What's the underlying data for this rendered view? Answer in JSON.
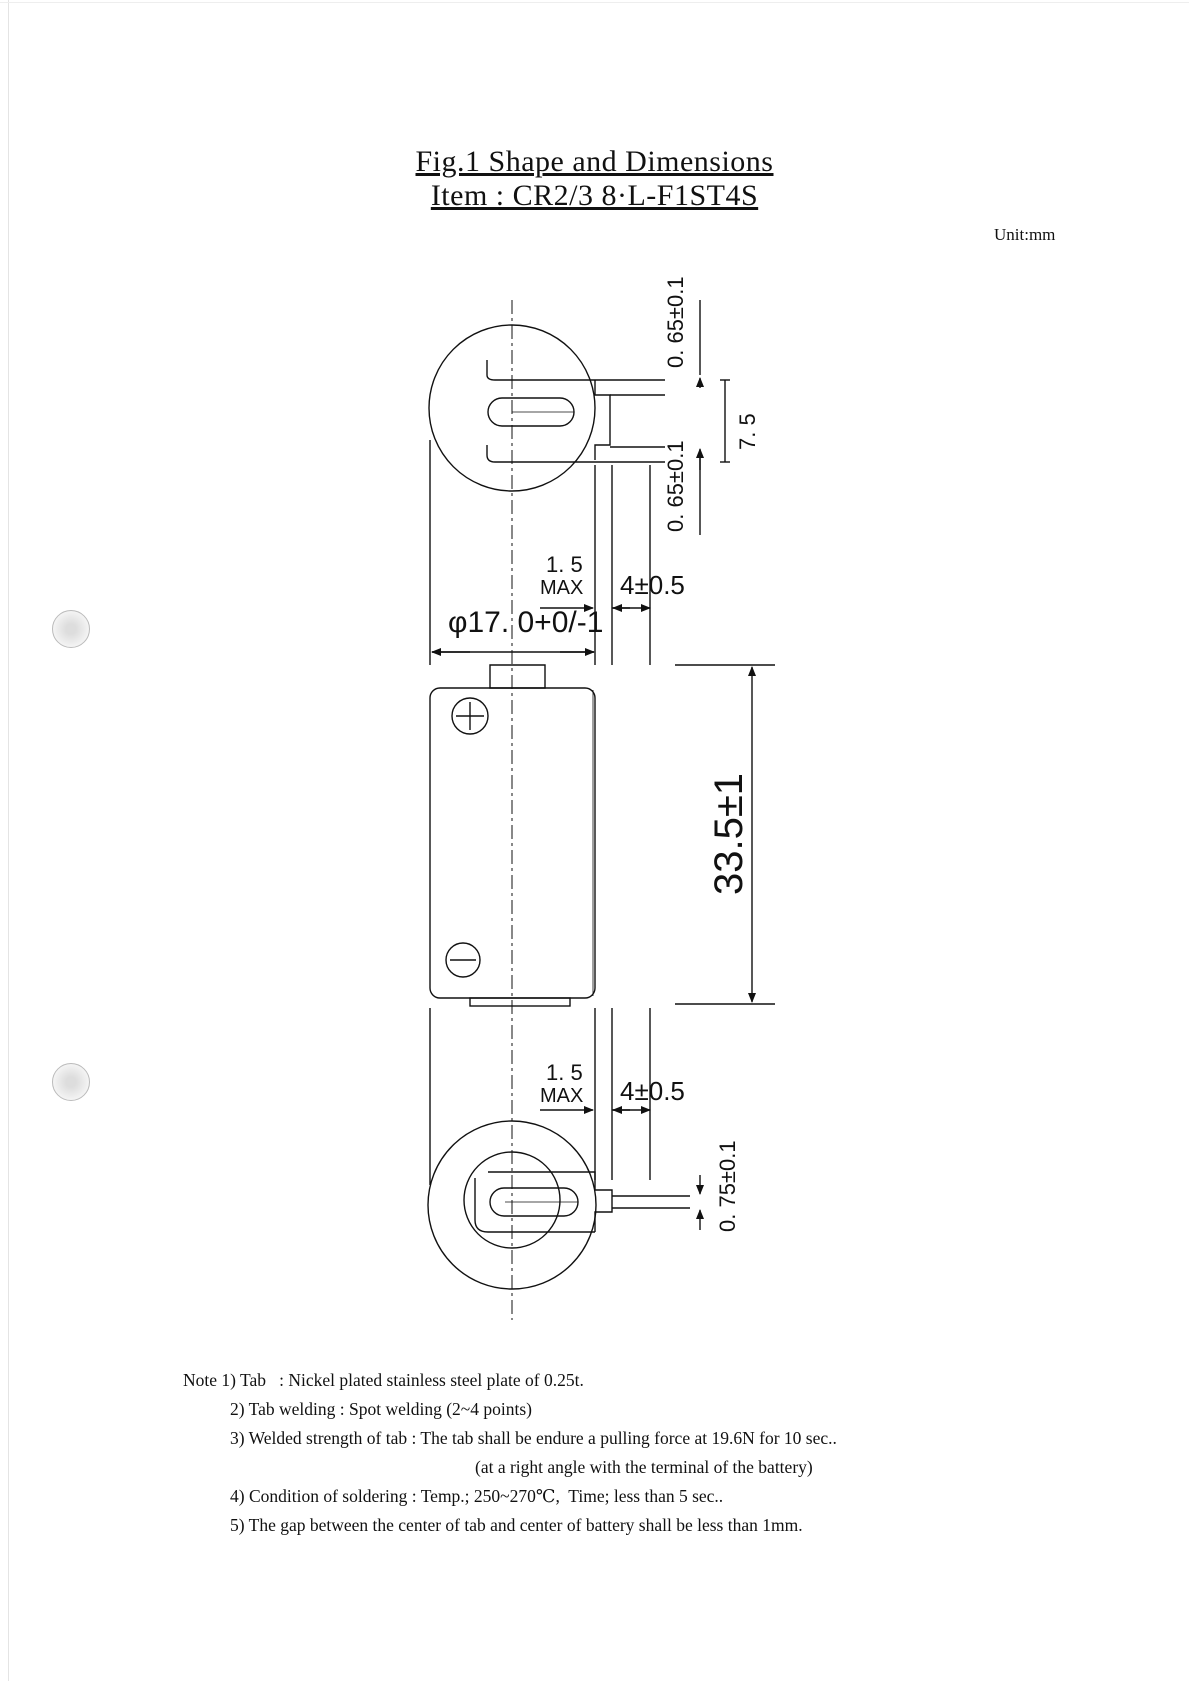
{
  "header": {
    "fig_title": "Fig.1   Shape and Dimensions",
    "item": "Item : CR2/3 8·L-F1ST4S",
    "unit": "Unit:mm"
  },
  "dimensions": {
    "tab_thickness_top": "0. 65±0.1",
    "tab_width_top": "7. 5",
    "tab_thickness_top2": "0. 65±0.1",
    "tab_height_max_top": "1. 5",
    "tab_max_label_top": "MAX",
    "tab_length_top": "4±0.5",
    "diameter": "φ17. 0+0/-1",
    "height": "33.5±1",
    "plus_symbol": "⊕",
    "minus_symbol": "⊖",
    "tab_height_max_bottom": "1. 5",
    "tab_max_label_bottom": "MAX",
    "tab_length_bottom": "4±0.5",
    "tab_width_bottom": "0. 75±0.1"
  },
  "notes": {
    "n1_label": "Note 1) Tab",
    "n1_text": "   : Nickel plated stainless steel plate of 0.25t.",
    "n2": "2) Tab welding : Spot welding (2~4 points)",
    "n3": "3) Welded strength of tab : The tab shall be endure a pulling force at 19.6N for 10 sec..",
    "n3b": "(at a right angle with the terminal of the battery)",
    "n4": "4) Condition of soldering : Temp.; 250~270℃,  Time; less than 5 sec..",
    "n5": "5) The gap between the center of tab and center of battery shall be less than 1mm."
  }
}
